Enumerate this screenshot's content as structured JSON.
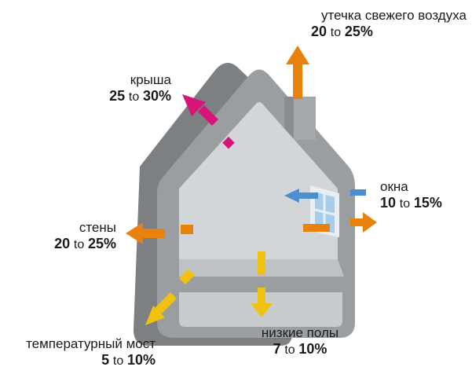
{
  "colors": {
    "house_outer": "#8e9193",
    "house_inner": "#d2d5d7",
    "house_face": "#a2a5a8",
    "air_leak": "#e8820c",
    "roof": "#d6157a",
    "walls": "#e8820c",
    "windows_out": "#e8820c",
    "windows_in": "#4a8fd0",
    "floor": "#f0c20f",
    "thermal_bridge": "#f0c20f",
    "window_glass": "#9cc6ea"
  },
  "items": {
    "air_leak": {
      "title": "утечка свежего воздуха",
      "from": "20",
      "to_word": "to",
      "to": "25%"
    },
    "roof": {
      "title": "крыша",
      "from": "25",
      "to_word": "to",
      "to": "30%"
    },
    "windows": {
      "title": "окна",
      "from": "10",
      "to_word": "to",
      "to": "15%"
    },
    "walls": {
      "title": "стены",
      "from": "20",
      "to_word": "to",
      "to": "25%"
    },
    "floor": {
      "title": "низкие полы",
      "from": "7",
      "to_word": "to",
      "to": "10%"
    },
    "thermal_bridge": {
      "title": "температурный мост",
      "from": "5",
      "to_word": "to",
      "to": "10%"
    }
  }
}
